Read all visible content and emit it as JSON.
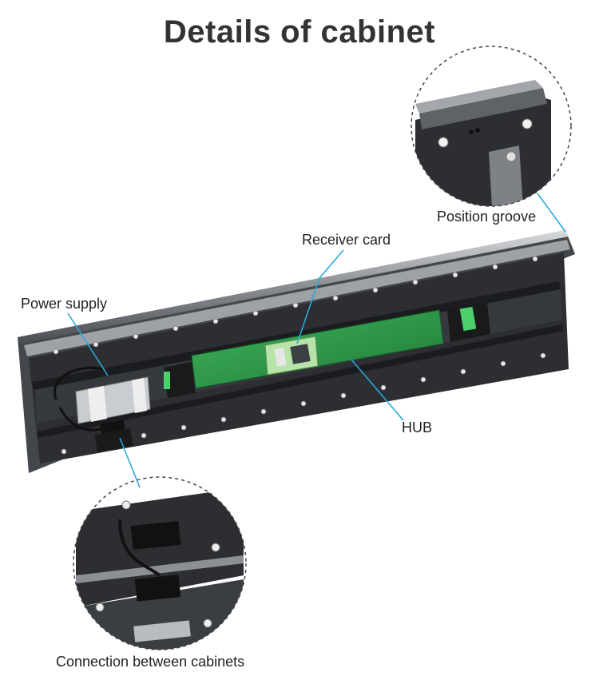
{
  "title": "Details of cabinet",
  "callouts": {
    "position_groove": "Position groove",
    "receiver_card": "Receiver card",
    "power_supply": "Power supply",
    "hub": "HUB",
    "connection": "Connection between cabinets"
  },
  "colors": {
    "frame": "#5a5d62",
    "frame_light": "#b8bbc0",
    "inner": "#2c2e32",
    "pcb": "#2f9a4a",
    "leader": "#2aa8dc"
  }
}
